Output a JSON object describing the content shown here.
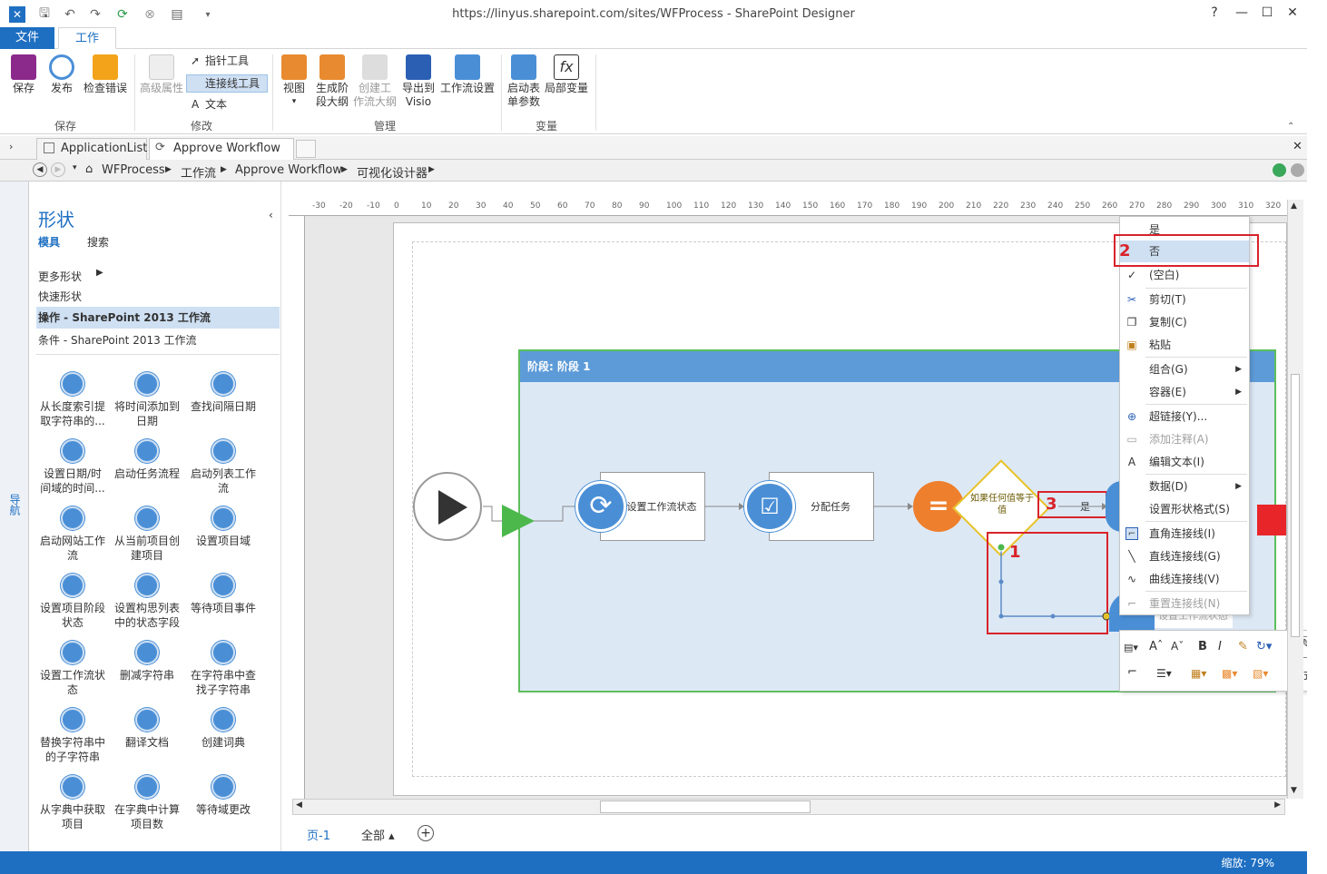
{
  "window": {
    "title": "https://linyus.sharepoint.com/sites/WFProcess - SharePoint Designer"
  },
  "ribbon_tabs": {
    "file": "文件",
    "workflow": "工作流"
  },
  "ribbon": {
    "save": "保存",
    "publish": "发布",
    "check_errors": "检查错误",
    "advanced_props": "高级属性",
    "pointer_tool": "指针工具",
    "connector_tool": "连接线工具",
    "text": "文本",
    "views": "视图",
    "gen_stage_l1": "生成阶",
    "gen_stage_l2": "段大纲",
    "create_l1": "创建工",
    "create_l2": "作流大纲",
    "export_l1": "导出到",
    "export_l2": "Visio",
    "wf_settings": "工作流设置",
    "init_form_l1": "启动表",
    "init_form_l2": "单参数",
    "local_vars": "局部变量",
    "group_save": "保存",
    "group_modify": "修改",
    "group_manage": "管理",
    "group_vars": "变量"
  },
  "doc_tabs": [
    "ApplicationList",
    "Approve Workflow *"
  ],
  "breadcrumb": [
    "WFProcess",
    "工作流",
    "Approve Workflow",
    "可视化设计器"
  ],
  "nav_label": "导航",
  "shapes_panel": {
    "title": "形状",
    "tab_stencils": "模具",
    "tab_search": "搜索",
    "more_shapes": "更多形状",
    "quick_shapes": "快速形状",
    "actions": "操作 - SharePoint 2013 工作流",
    "conditions": "条件 - SharePoint 2013 工作流",
    "items": [
      [
        "从长度索引提",
        "取字符串的..."
      ],
      [
        "将时间添加到",
        "日期"
      ],
      [
        "查找间隔日期",
        ""
      ],
      [
        "设置日期/时",
        "间域的时间..."
      ],
      [
        "启动任务流程",
        ""
      ],
      [
        "启动列表工作",
        "流"
      ],
      [
        "启动网站工作",
        "流"
      ],
      [
        "从当前项目创",
        "建项目"
      ],
      [
        "设置项目域",
        ""
      ],
      [
        "设置项目阶段",
        "状态"
      ],
      [
        "设置构思列表",
        "中的状态字段"
      ],
      [
        "等待项目事件",
        ""
      ],
      [
        "设置工作流状",
        "态"
      ],
      [
        "删减字符串",
        ""
      ],
      [
        "在字符串中查",
        "找子字符串"
      ],
      [
        "替换字符串中",
        "的子字符串"
      ],
      [
        "翻译文档",
        ""
      ],
      [
        "创建词典",
        ""
      ],
      [
        "从字典中获取",
        "项目"
      ],
      [
        "在字典中计算",
        "项目数"
      ],
      [
        "等待域更改",
        ""
      ]
    ]
  },
  "diagram": {
    "stage_header": "阶段:  阶段 1",
    "action1": "设置工作流状态",
    "action2": "分配任务",
    "equals": "=",
    "condition": [
      "如果任何值等于",
      "值"
    ],
    "yes_label": "是",
    "partial_label": "设置工作流状态",
    "callout1": "1",
    "callout2": "2",
    "callout3": "3"
  },
  "ruler_marks": [
    "-30",
    "-20",
    "-10",
    "0",
    "10",
    "20",
    "30",
    "40",
    "50",
    "60",
    "70",
    "80",
    "90",
    "100",
    "110",
    "120",
    "130",
    "140",
    "150",
    "160",
    "170",
    "180",
    "190",
    "200",
    "210",
    "220",
    "230",
    "240",
    "250",
    "260",
    "270",
    "280",
    "290",
    "300",
    "310",
    "320"
  ],
  "context_menu": {
    "yes": "是",
    "no": "否",
    "blank": "(空白)",
    "cut": "剪切(T)",
    "copy": "复制(C)",
    "paste": "粘贴",
    "group": "组合(G)",
    "container": "容器(E)",
    "hyperlink": "超链接(Y)...",
    "add_comment": "添加注释(A)",
    "edit_text": "编辑文本(I)",
    "data": "数据(D)",
    "format_shape": "设置形状格式(S)",
    "right_angle": "直角连接线(I)",
    "straight": "直线连接线(G)",
    "curved": "曲线连接线(V)",
    "reset": "重置连接线(N)"
  },
  "mini_toolbar": {
    "style": "样式"
  },
  "page_tabs": {
    "page1": "页-1",
    "all": "全部 ▴"
  },
  "status": {
    "zoom": "缩放: 79%"
  }
}
